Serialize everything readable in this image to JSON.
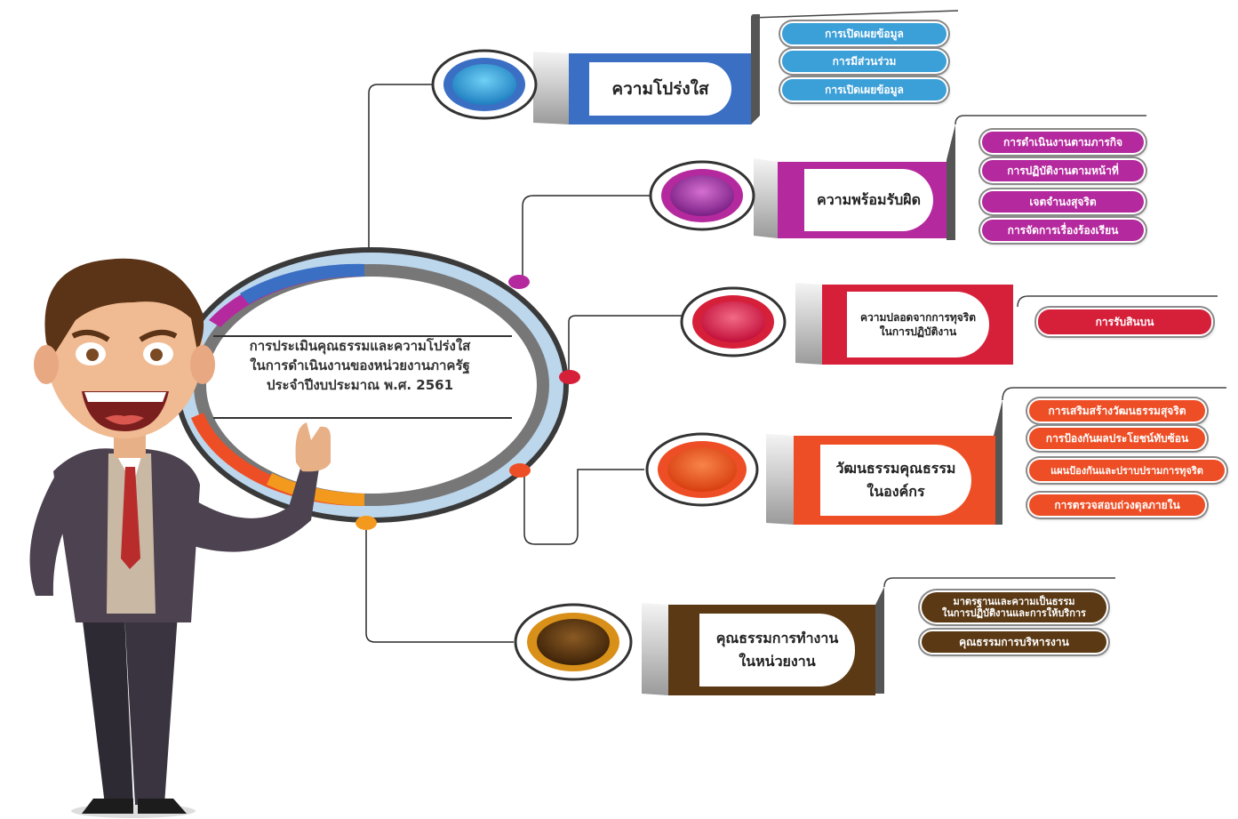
{
  "center": {
    "line1": "การประเมินคุณธรรมและความโปร่งใส",
    "line2": "ในการดำเนินงานของหน่วยงานภาครัฐ",
    "line3": "ประจำปีงบประมาณ พ.ศ. 2561"
  },
  "branches": [
    {
      "title": "ความโปร่งใส",
      "color": "#3a6fc4",
      "items": [
        "การเปิดเผยข้อมูล",
        "การมีส่วนร่วม",
        "การเปิดเผยข้อมูล"
      ]
    },
    {
      "title": "ความพร้อมรับผิด",
      "color": "#b5299e",
      "items": [
        "การดำเนินงานตามภารกิจ",
        "การปฏิบัติงานตามหน้าที่",
        "เจตจำนงสุจริต",
        "การจัดการเรื่องร้องเรียน"
      ]
    },
    {
      "title_line1": "ความปลอดจากการทุจริต",
      "title_line2": "ในการปฏิบัติงาน",
      "color": "#d6203a",
      "items": [
        "การรับสินบน"
      ]
    },
    {
      "title_line1": "วัฒนธรรมคุณธรรม",
      "title_line2": "ในองค์กร",
      "color": "#ee4e25",
      "items": [
        "การเสริมสร้างวัฒนธรรมสุจริต",
        "การป้องกันผลประโยชน์ทับซ้อน",
        "แผนป้องกันและปราบปรามการทุจริต",
        "การตรวจสอบถ่วงดุลภายใน"
      ]
    },
    {
      "title_line1": "คุณธรรมการทำงาน",
      "title_line2": "ในหน่วยงาน",
      "color": "#5b3914",
      "items_line1": "มาตรฐานและความเป็นธรรม",
      "items_line2": "ในการปฏิบัติงานและการให้บริการ",
      "items": [
        "คุณธรรมการบริหารงาน"
      ]
    }
  ]
}
